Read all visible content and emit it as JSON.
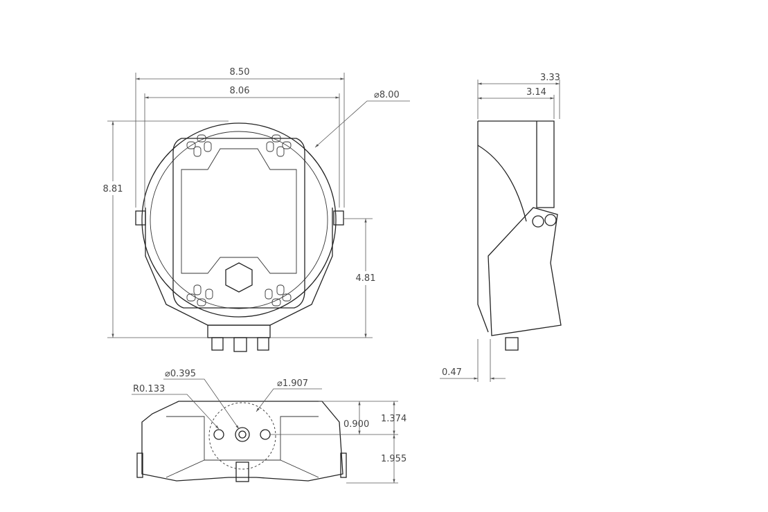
{
  "views": {
    "front": {
      "overall_width": "8.50",
      "inner_width": "8.06",
      "diameter": "⌀8.00",
      "overall_height": "8.81",
      "mount_height": "4.81"
    },
    "side": {
      "overall_depth": "3.33",
      "body_depth": "3.14",
      "offset": "0.47"
    },
    "bottom": {
      "hole_diameter": "⌀0.395",
      "radius": "R0.133",
      "bolt_circle": "⌀1.907",
      "height_top": "1.374",
      "hole_offset": "0.900",
      "height_bottom": "1.955"
    }
  },
  "colors": {
    "line": "#222222",
    "dimension": "#555555"
  }
}
